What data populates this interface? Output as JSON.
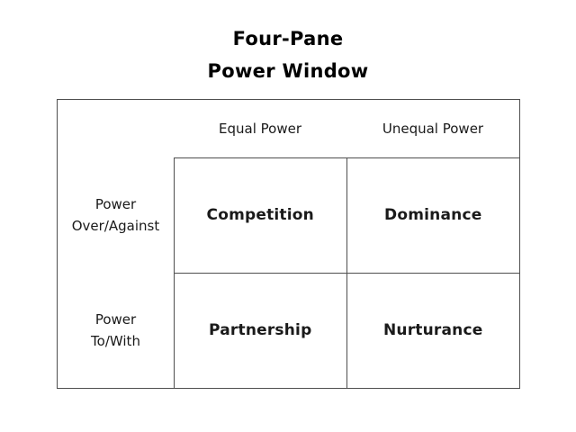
{
  "title": {
    "line1": "Four-Pane",
    "line2": "Power Window"
  },
  "matrix": {
    "column_headers": [
      "Equal Power",
      "Unequal Power"
    ],
    "row_headers": [
      {
        "line1": "Power",
        "line2": "Over/Against"
      },
      {
        "line1": "Power",
        "line2": "To/With"
      }
    ],
    "cells": [
      [
        "Competition",
        "Dominance"
      ],
      [
        "Partnership",
        "Nurturance"
      ]
    ]
  },
  "colors": {
    "background": "#ffffff",
    "line": "#4f4f4f",
    "text": "#1a1a1a",
    "title_text": "#000000"
  }
}
